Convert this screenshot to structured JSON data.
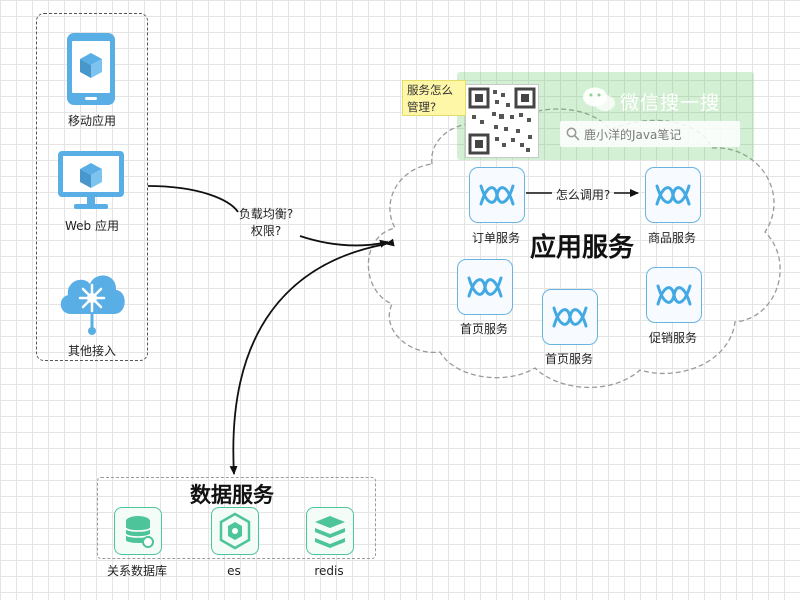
{
  "clients": {
    "mobile": "移动应用",
    "web": "Web 应用",
    "other": "其他接入"
  },
  "gateway_question": {
    "line1": "负载均衡?",
    "line2": "权限?"
  },
  "app_cloud": {
    "title": "应用服务",
    "call_question": "怎么调用?",
    "services": {
      "order": "订单服务",
      "product": "商品服务",
      "home_a": "首页服务",
      "home_b": "首页服务",
      "promo": "促销服务"
    }
  },
  "note": {
    "text": "服务怎么管理?"
  },
  "watermark": {
    "title": "微信搜一搜",
    "search_text": "鹿小洋的Java笔记"
  },
  "data_services": {
    "title": "数据服务",
    "items": {
      "rdb": "关系数据库",
      "es": "es",
      "redis": "redis"
    }
  },
  "colors": {
    "client_icon": "#5aaee6",
    "service_border": "#6ab3e0",
    "data_icon": "#4ec49a",
    "watermark_green": "#64c864",
    "note_yellow": "#fff7a8"
  }
}
